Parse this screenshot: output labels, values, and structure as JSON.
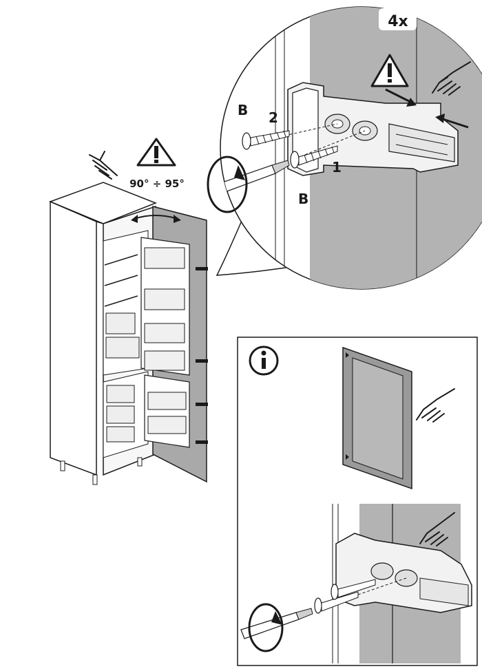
{
  "labels": {
    "count": "4x",
    "angle": "90° ÷ 95°",
    "screw_b_top": "B",
    "screw_b_bottom": "B",
    "step_1": "1",
    "step_2": "2"
  },
  "icons": {
    "warning_main": "warning-triangle-icon",
    "warning_detail": "warning-triangle-icon",
    "info": "info-icon",
    "hand": "hand-pointing-icon"
  },
  "colors": {
    "door_grey": "#a9a9a9",
    "panel_grey": "#b3b3b3",
    "line": "#1a1a1a"
  }
}
